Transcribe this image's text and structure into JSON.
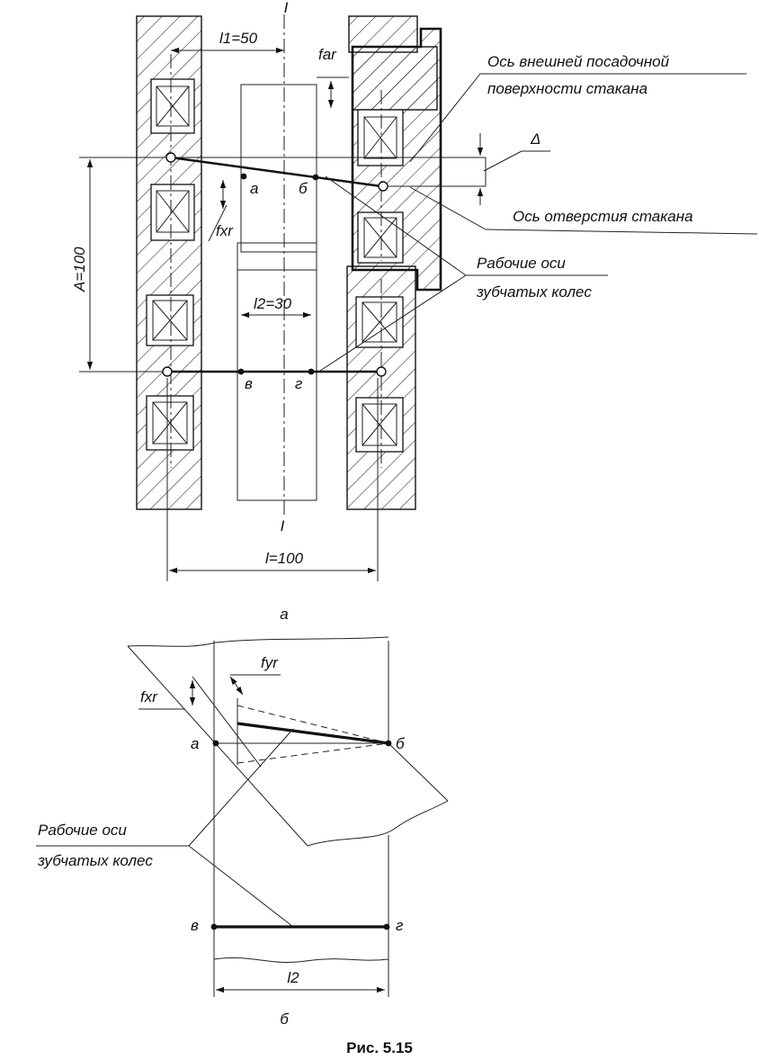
{
  "section_marks": {
    "top": "I",
    "bottom": "I"
  },
  "dimensions": {
    "l1": "l1=50",
    "l2": "l2=30",
    "A": "A=100",
    "l": "l=100",
    "l2_b": "l2"
  },
  "symbols": {
    "f_ar": "far",
    "f_xr": "fxr",
    "f_yr": "fyr",
    "delta": "Δ"
  },
  "points": {
    "a": "а",
    "b": "б",
    "v": "в",
    "g": "г"
  },
  "annotations": {
    "outer_axis_line1": "Ось внешней посадочной",
    "outer_axis_line2": "поверхности стакана",
    "bore_axis": "Ось отверстия стакана",
    "working_axes_line1": "Рабочие оси",
    "working_axes_line2": "зубчатых колес"
  },
  "subfigure_labels": {
    "a": "а",
    "b": "б"
  },
  "caption": "Рис.  5.15"
}
